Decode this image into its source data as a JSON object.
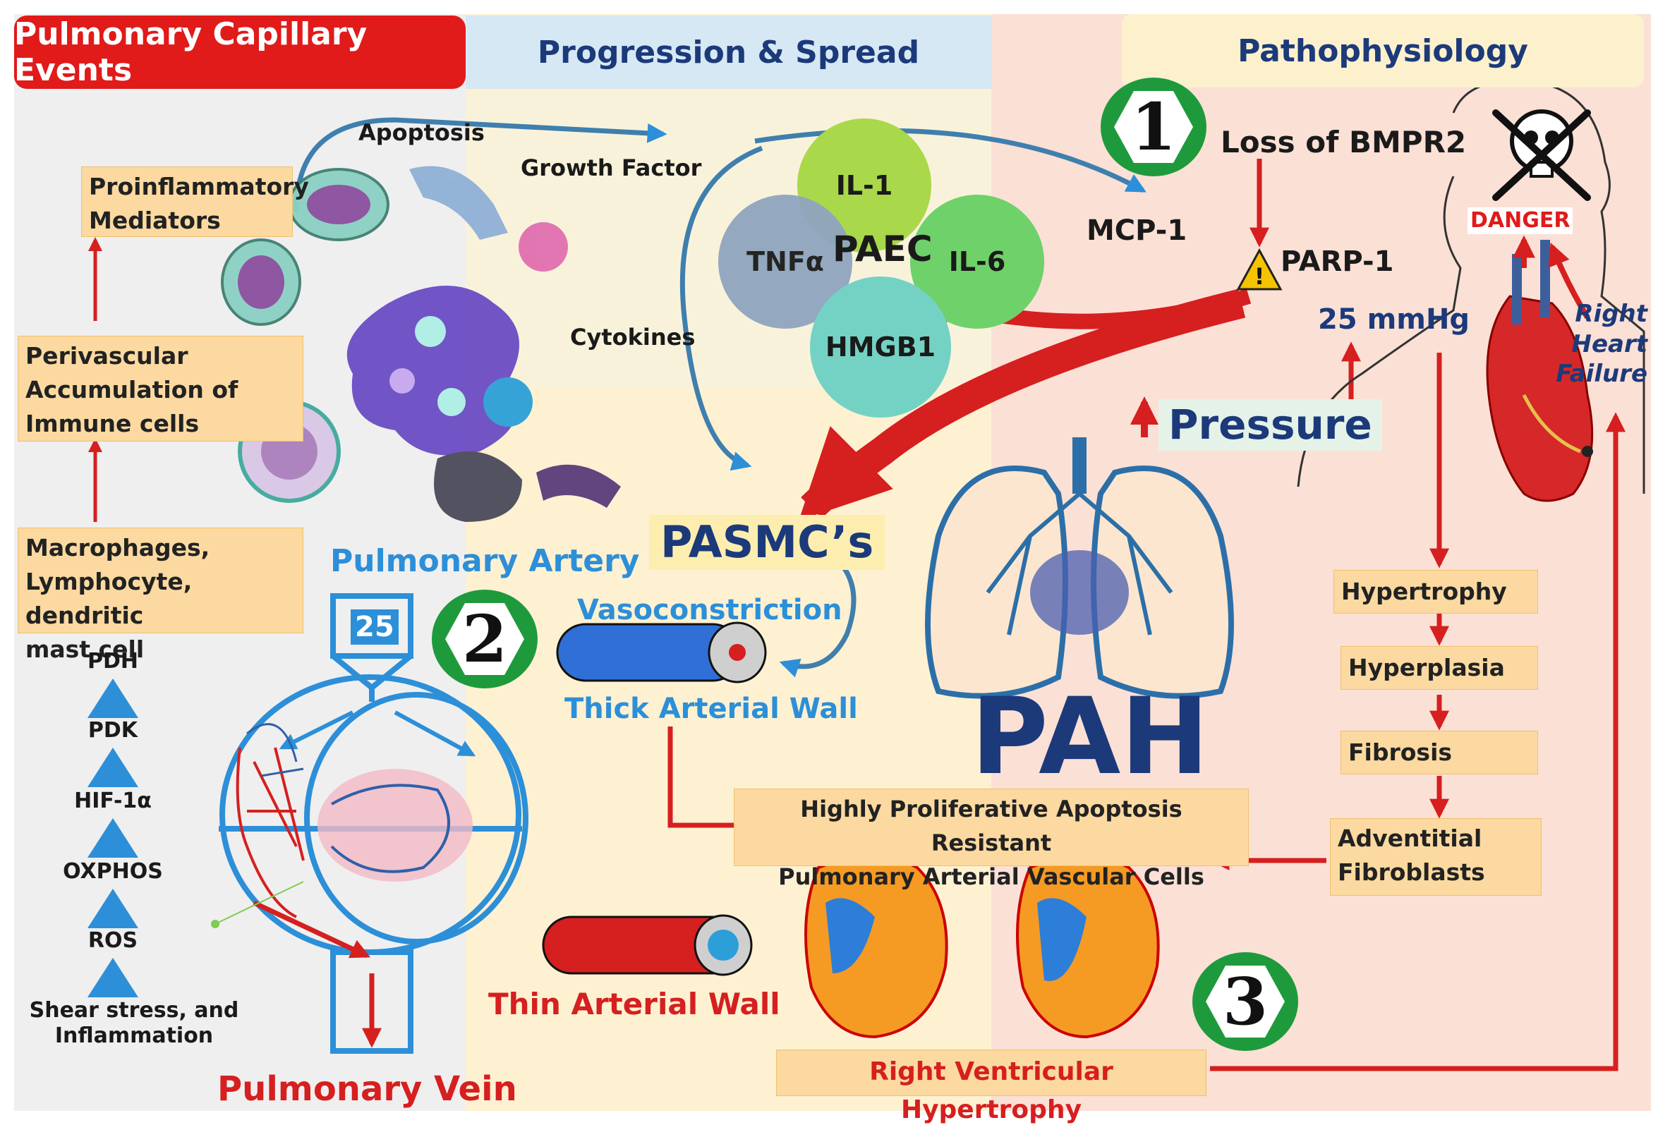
{
  "headers": {
    "capillary": "Pulmonary Capillary Events",
    "progression": "Progression & Spread",
    "pathophysiology": "Pathophysiology"
  },
  "left_boxes": {
    "proinflammatory": "Proinflammatory\nMediators",
    "perivascular": "Perivascular\nAccumulation of\nImmune cells",
    "macrophages": "Macrophages,\nLymphocyte, dendritic\nmast cell"
  },
  "metabolic_chain": [
    "PDH",
    "PDK",
    "HIF-1α",
    "OXPHOS",
    "ROS",
    "Shear stress, and\nInflammation"
  ],
  "labels": {
    "apoptosis": "Apoptosis",
    "growth_factor": "Growth Factor",
    "cytokines": "Cytokines",
    "mcp1": "MCP-1",
    "loss_bmpr2": "Loss of BMPR2",
    "parp1": "PARP-1",
    "mmhg": "25 mmHg",
    "pressure": "Pressure",
    "danger": "DANGER",
    "right_heart_failure": "Right\nHeart\nFailure",
    "pasmc": "PASMC’s",
    "pulmonary_artery": "Pulmonary Artery",
    "vasoconstriction": "Vasoconstriction",
    "thick_wall": "Thick Arterial Wall",
    "thin_wall": "Thin Arterial Wall",
    "pulmonary_vein": "Pulmonary Vein",
    "pah": "PAH",
    "artery_number": "25"
  },
  "paec_cluster": {
    "center": "PAEC",
    "il1": "IL-1",
    "tnf": "TNFα",
    "il6": "IL-6",
    "hmgb1": "HMGB1"
  },
  "markers": [
    "1",
    "2",
    "3"
  ],
  "cascade": [
    "Hypertrophy",
    "Hyperplasia",
    "Fibrosis",
    "Adventitial\nFibroblasts"
  ],
  "highly_proliferative": "Highly Proliferative Apoptosis Resistant\nPulmonary Arterial Vascular Cells",
  "rv_hypertrophy": "Right Ventricular Hypertrophy",
  "colors": {
    "header_red": "#e11a1a",
    "header_blue": "#d5e8f4",
    "header_cream": "#fdf1cd",
    "panel_left": "#efefef",
    "panel_mid": "#fdf1d2",
    "panel_right": "#fbe0d6",
    "arrow_red": "#d61f1f",
    "blue": "#2c8fd8",
    "navy": "#1c3a7a",
    "box_orange": "#fbd9a0",
    "marker_green": "#1e9a3c"
  }
}
